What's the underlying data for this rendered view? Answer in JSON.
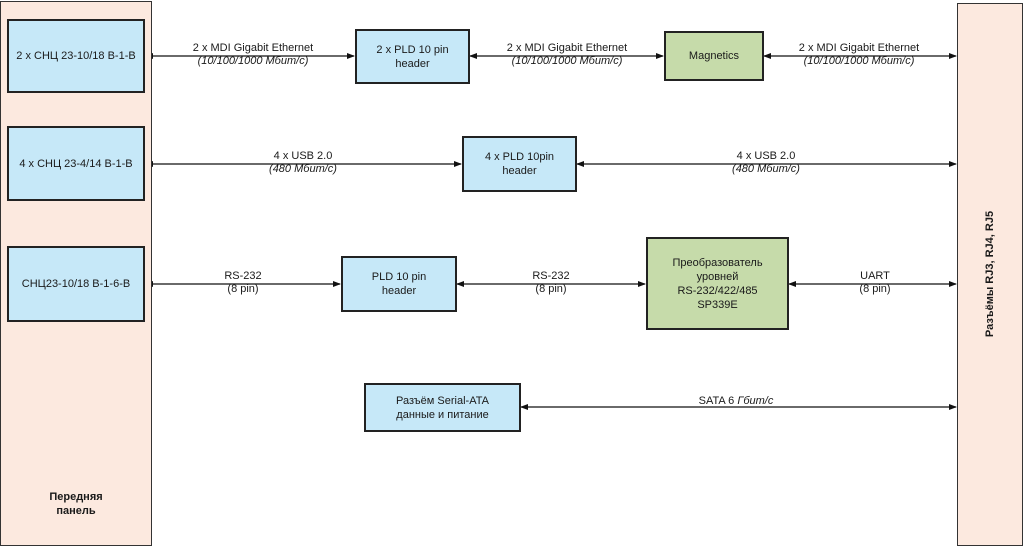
{
  "front_panel": {
    "label_line1": "Передняя",
    "label_line2": "панель",
    "connectors": [
      "2 x СНЦ 23-10/18 В-1-В",
      "4 x СНЦ 23-4/14 В-1-В",
      "СНЦ23-10/18 В-1-6-В"
    ]
  },
  "rear_connectors": {
    "label": "Разъёмы RJ3, RJ4, RJ5"
  },
  "blocks": {
    "eth_header": {
      "line1": "2 x PLD 10 pin",
      "line2": "header"
    },
    "magnetics": {
      "line1": "Magnetics"
    },
    "usb_header": {
      "line1": "4 x PLD 10pin",
      "line2": "header"
    },
    "rs_header": {
      "line1": "PLD 10 pin",
      "line2": "header"
    },
    "converter": {
      "line1": "Преобразователь",
      "line2": "уровней",
      "line3": "RS-232/422/485",
      "line4": "SP339E"
    },
    "sata": {
      "line1": "Разъём Serial-ATA",
      "line2": "данные и питание"
    }
  },
  "links": {
    "eth1": {
      "line1": "2 x MDI Gigabit Ethernet",
      "line2": "(10/100/1000 Мбит/с)"
    },
    "eth2": {
      "line1": "2 x MDI Gigabit Ethernet",
      "line2": "(10/100/1000 Мбит/с)"
    },
    "eth3": {
      "line1": "2 x MDI Gigabit Ethernet",
      "line2": "(10/100/1000 Мбит/с)"
    },
    "usb1": {
      "line1": "4 x USB 2.0",
      "line2": "(480 Мбит/с)"
    },
    "usb2": {
      "line1": "4 x USB 2.0",
      "line2": "(480 Мбит/с)"
    },
    "rs1": {
      "line1": "RS-232",
      "line2": "(8 pin)"
    },
    "rs2": {
      "line1": "RS-232",
      "line2": "(8 pin)"
    },
    "uart": {
      "line1": "UART",
      "line2": "(8 pin)"
    },
    "sata": {
      "text": "SATA 6 ",
      "unit": "Гбит/с"
    }
  }
}
